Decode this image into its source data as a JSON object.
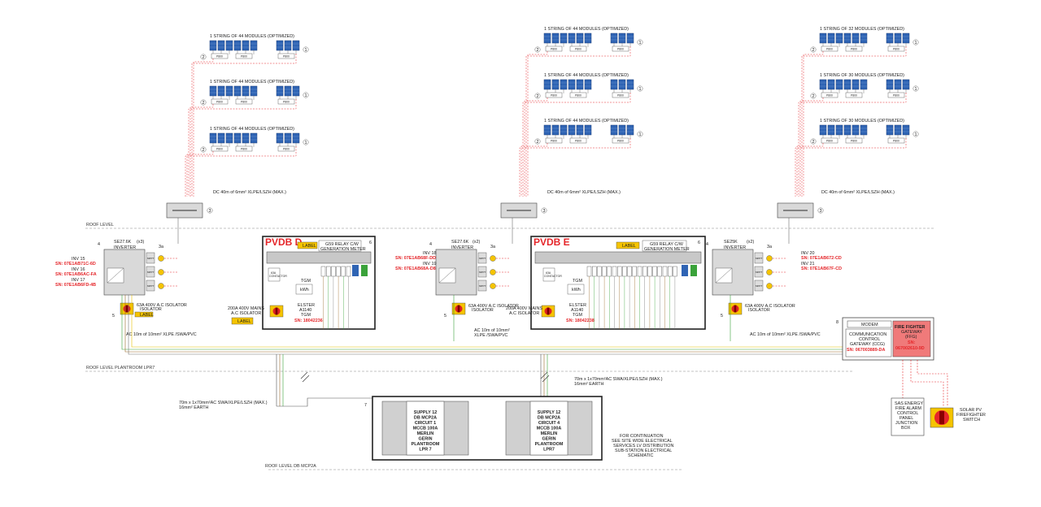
{
  "colors": {
    "red": "#e5262a",
    "panel_blue": "#2f64b4",
    "dc_red": "#e5262a",
    "ac_green": "#3aa23a",
    "ac_brown": "#9a6a2a",
    "earth_yellow": "#e6c200",
    "grey_box": "#c8c8c8"
  },
  "levels": {
    "roof": "ROOF LEVEL",
    "plantroom": "ROOF LEVEL PLANTROOM LPR7",
    "db": "ROOF LEVEL DB MCP2A"
  },
  "arrays": {
    "left": [
      "1 STRING OF 44 MODULES (OPTIMIZED)",
      "1 STRING OF 44 MODULES (OPTIMIZED)",
      "1 STRING OF 44 MODULES (OPTIMIZED)"
    ],
    "mid": [
      "1 STRING OF 44 MODULES (OPTIMIZED)",
      "1 STRING OF 44 MODULES (OPTIMIZED)",
      "1 STRING OF 44 MODULES (OPTIMIZED)"
    ],
    "right": [
      "1 STRING OF 32 MODULES (OPTIMIZED)",
      "1 STRING OF 30 MODULES (OPTIMIZED)",
      "1 STRING OF 30 MODULES (OPTIMIZED)"
    ]
  },
  "optimizer_label": "P800",
  "marker": {
    "one": "1",
    "two": "2",
    "three": "3",
    "three_a": "3a",
    "four": "4",
    "five": "5",
    "six": "6",
    "seven": "7",
    "eight": "8"
  },
  "dc_cable": "DC 40m of 6mm² XLPE/LSZH (MAX.)",
  "ac_cable": "AC 10m of 10mm² XLPE /SWA/PVC",
  "ac_cable_mid_1": "AC 10m of 10mm²",
  "ac_cable_mid_2": "XLPE /SWA/PVC",
  "inverters": {
    "left": {
      "model": "SE27.6K",
      "qty": "(x3)",
      "type": "INVERTER",
      "lines": [
        "INV 15",
        "SN: 07E1AB71C-6D",
        "INV 16",
        "SN: 07E1AB6AC-FA",
        "INV 17",
        "SN: 07E1AB6FD-4B"
      ]
    },
    "mid": {
      "model": "SE27.6K",
      "qty": "(x2)",
      "type": "INVERTER",
      "lines": [
        "INV 18",
        "SN: 07E1AB68F-DD",
        "INV 19",
        "SN: 07E1AB68A-D8"
      ]
    },
    "right": {
      "model": "SE25K",
      "qty": "(x2)",
      "type": "INVERTER",
      "lines": [
        "INV 20",
        "SN: 07E1AB672-CD",
        "INV 21",
        "SN: 07E1AB67F-CD"
      ]
    }
  },
  "mppt": "MPPT",
  "isolator_small": "63A 400V A.C ISOLATOR",
  "isolator_small_2": "ISOLATOR",
  "label_tag": "LABEL",
  "pvdb_d": {
    "title": "PVDB D",
    "relay_1": "G59 RELAY C/W",
    "relay_2": "GENERATION METER",
    "contactor_1": "63A",
    "contactor_2": "CONTACTOR",
    "tgm": "TGM",
    "kwh": "kWh",
    "meter_1": "ELSTER",
    "meter_2": "A1140",
    "meter_3": "TGM",
    "sn": "SN: 18042236",
    "mains_1": "200A 400V MAINS",
    "mains_2": "A.C ISOLATOR"
  },
  "pvdb_e": {
    "title": "PVDB E",
    "relay_1": "G59 RELAY C/W",
    "relay_2": "GENERATION METER",
    "contactor_1": "63A",
    "contactor_2": "CONTACTOR",
    "tgm": "TGM",
    "kwh": "kWh",
    "meter_1": "ELSTER",
    "meter_2": "A1140",
    "meter_3": "TGM",
    "sn": "SN: 18042238",
    "mains_1": "200A 400V MAINS",
    "mains_2": "A.C ISOLATOR"
  },
  "comms": {
    "modem": "MODEM",
    "ccg_1": "COMMUNICATION",
    "ccg_2": "CONTROL",
    "ccg_3": "GATEWAY (CCG)",
    "ccg_sn": "SN: 067003889-DA",
    "ffg_1": "FIRE FIGHTER",
    "ffg_2": "GATEWAY",
    "ffg_3": "(FFG)",
    "ffg_4": "SN:",
    "ffg_5": "067002610-9D"
  },
  "fire_panel": [
    "SAS ENERGY",
    "FIRE ALARM",
    "CONTROL",
    "PANEL",
    "JUNCTION",
    "BOX"
  ],
  "ff_switch": [
    "SOLAR PV",
    "FIREFIGHTER",
    "SWITCH"
  ],
  "supply_left": [
    "SUPPLY 12",
    "DB MCP2A",
    "CIRCUIT 1",
    "MCCB 100A",
    "MERLIN",
    "GERIN",
    "PLANTROOM",
    "LPR 7"
  ],
  "supply_right": [
    "SUPPLY 12",
    "DB MCP2A",
    "CIRCUIT 4",
    "MCCB 100A",
    "MERLIN",
    "GERIN",
    "PLANTROOM",
    "LPR7"
  ],
  "feed_left": [
    "70m x 1x70mm²AC  SWA/XLPE/LSZH (MAX.)",
    "16mm² EARTH"
  ],
  "feed_right": [
    "70m x 1x70mm²AC  SWA/XLPE/LSZH (MAX.)",
    "16mm² EARTH"
  ],
  "continuation": [
    "FOR CONTINUATION",
    "SEE SITE WIDE ELECTRICAL",
    "SERVICES LV DISTRIBUTION",
    "SUB-STATION ELECTRICAL",
    "SCHEMATIC"
  ]
}
